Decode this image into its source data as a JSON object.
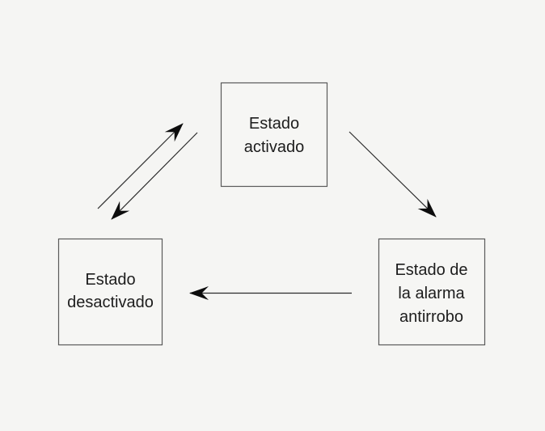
{
  "diagram": {
    "type": "state-diagram",
    "colors": {
      "background": "#f5f5f3",
      "box_fill": "#f6f6f4",
      "box_border": "#5a5a5a",
      "text": "#1d1d1d",
      "arrow": "#2b2b2b",
      "arrowhead": "#0d0d0d"
    },
    "nodes": {
      "activado": {
        "label": "Estado activado",
        "lines": [
          "Estado",
          "activado"
        ]
      },
      "desactivado": {
        "label": "Estado desactivado",
        "lines": [
          "Estado",
          "desactivado"
        ]
      },
      "alarma": {
        "label": "Estado de la alarma antirrobo",
        "lines": [
          "Estado de",
          "la alarma",
          "antirrobo"
        ]
      }
    },
    "edges": [
      {
        "from": "desactivado",
        "to": "activado",
        "style": "diagonal"
      },
      {
        "from": "activado",
        "to": "desactivado",
        "style": "diagonal"
      },
      {
        "from": "activado",
        "to": "alarma",
        "style": "diagonal"
      },
      {
        "from": "alarma",
        "to": "desactivado",
        "style": "horizontal"
      }
    ]
  }
}
